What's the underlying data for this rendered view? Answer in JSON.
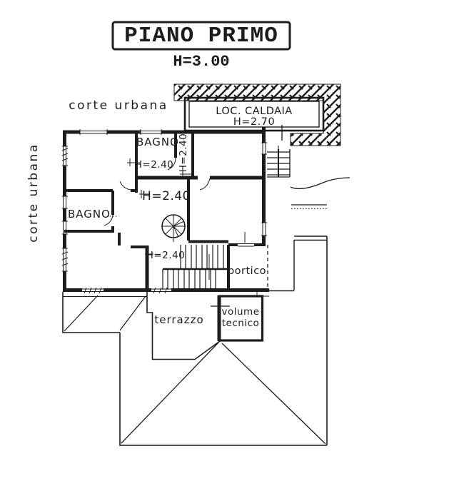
{
  "title_block": {
    "title": "PIANO PRIMO",
    "floor_height": "H=3.00"
  },
  "site_labels": {
    "corte_urbana_top": "corte urbana",
    "corte_urbana_left": "corte urbana"
  },
  "boiler_room": {
    "name": "LOC. CALDAIA",
    "height": "H=2.70"
  },
  "rooms": {
    "bagno_top": "BAGNO",
    "bagno_left": "BAGNO",
    "h240_top": "H=2.40",
    "h240_vertical": "H=2.40",
    "h240_center": "H=2.40",
    "h240_lower": "H=2.40",
    "portico": "portico",
    "terrazzo": "terrazzo",
    "volume_tecnico_line1": "volume",
    "volume_tecnico_line2": "tecnico"
  },
  "colors": {
    "ink": "#1c1c1c",
    "paper": "#ffffff"
  }
}
